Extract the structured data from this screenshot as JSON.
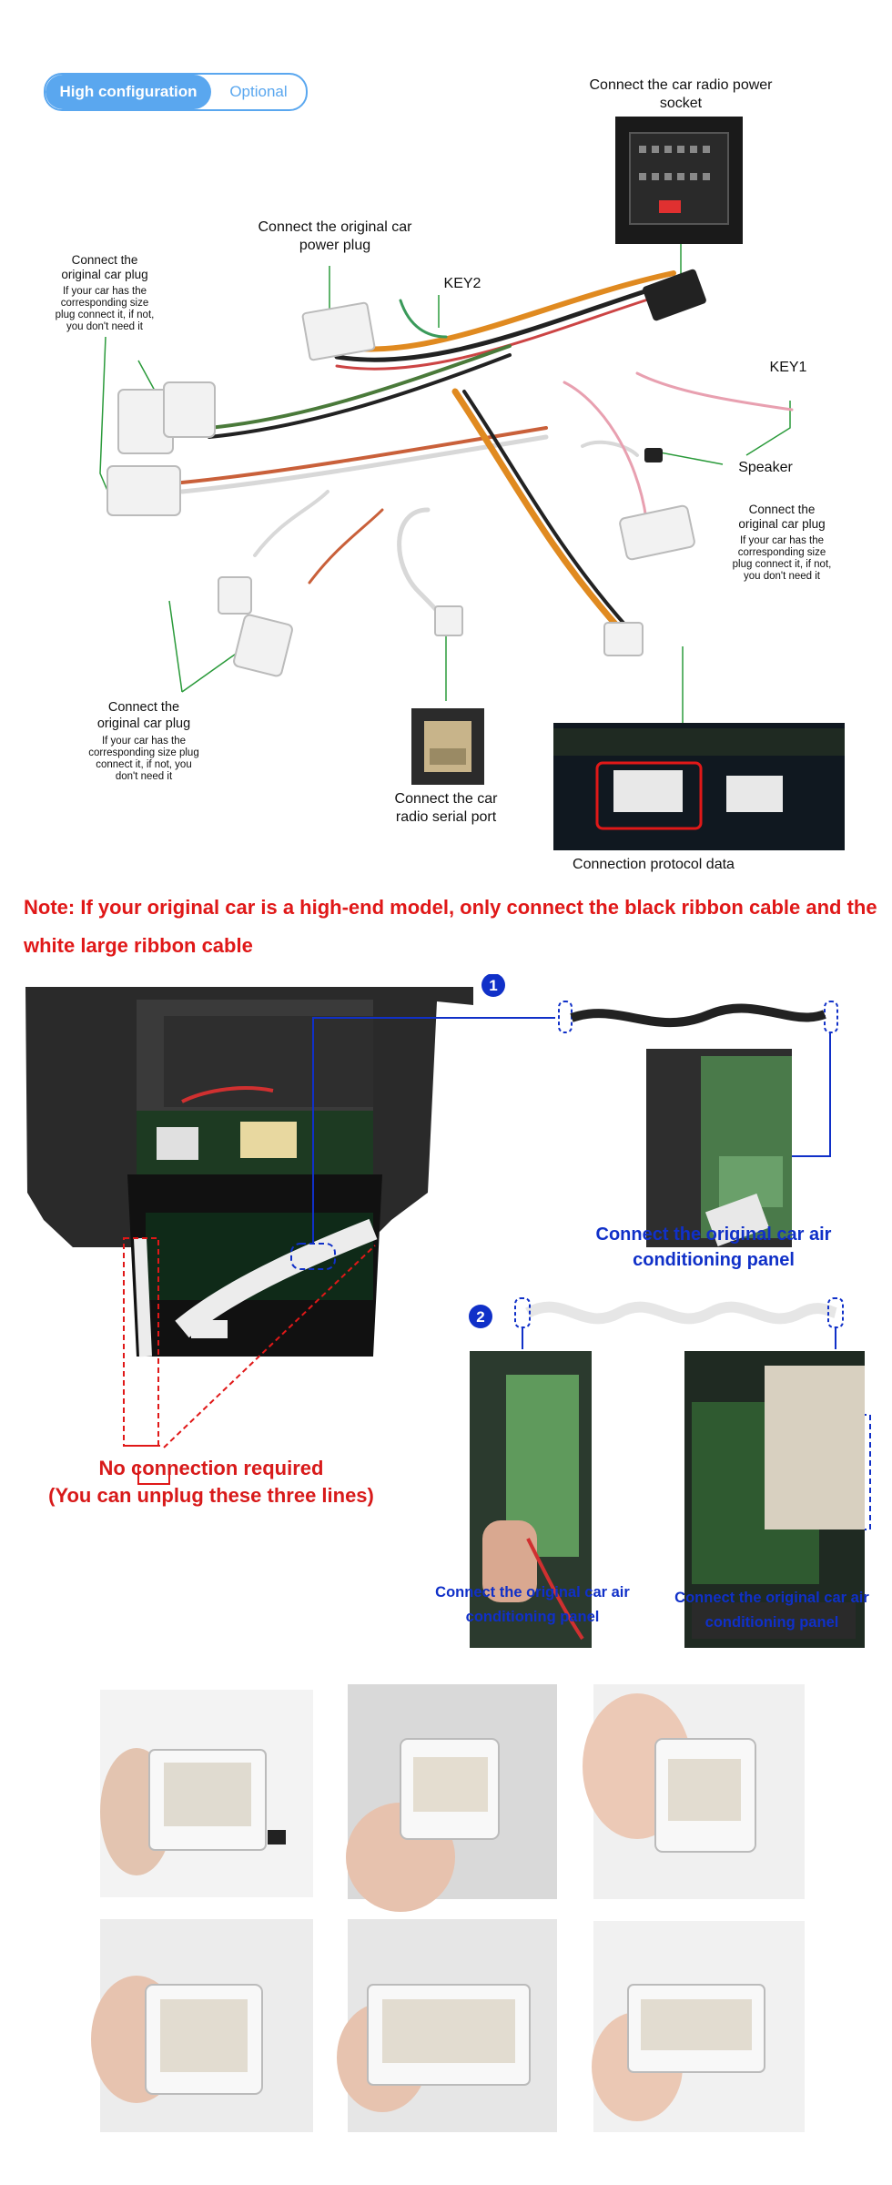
{
  "toggle": {
    "active": "High configuration",
    "inactive": "Optional"
  },
  "labels": {
    "radio_power": "Connect the car radio power socket",
    "power_plug": "Connect the original car power plug",
    "key2": "KEY2",
    "key1": "KEY1",
    "speaker": "Speaker",
    "orig_plug_left_title": "Connect the original car plug",
    "orig_plug_left_sub": "If your car has the corresponding size plug connect it, if not, you don't need it",
    "orig_plug_right_title": "Connect the original car plug",
    "orig_plug_right_sub": "If your car has the corresponding size plug connect it, if not, you don't need it",
    "orig_plug_bottom_title": "Connect the original car plug",
    "orig_plug_bottom_sub": "If your car has the corresponding size plug connect it, if not, you don't need it",
    "serial_port": "Connect the car radio serial port",
    "protocol": "Connection protocol data"
  },
  "note": "Note: If your original car is a high-end model, only connect the black ribbon cable and the white large ribbon cable",
  "step1": {
    "number": "1",
    "label": "Connect the original car air conditioning panel"
  },
  "step2": {
    "number": "2",
    "label_left": "Connect the original car air conditioning panel",
    "label_right": "Connect the original car air conditioning panel"
  },
  "no_connection": {
    "title": "No connection required",
    "subtitle": "(You can unplug these three lines)"
  },
  "colors": {
    "note_red": "#e01818",
    "step_blue": "#1030c8",
    "toggle_blue": "#5aa7ef",
    "guide_green": "#2a9a3a"
  }
}
